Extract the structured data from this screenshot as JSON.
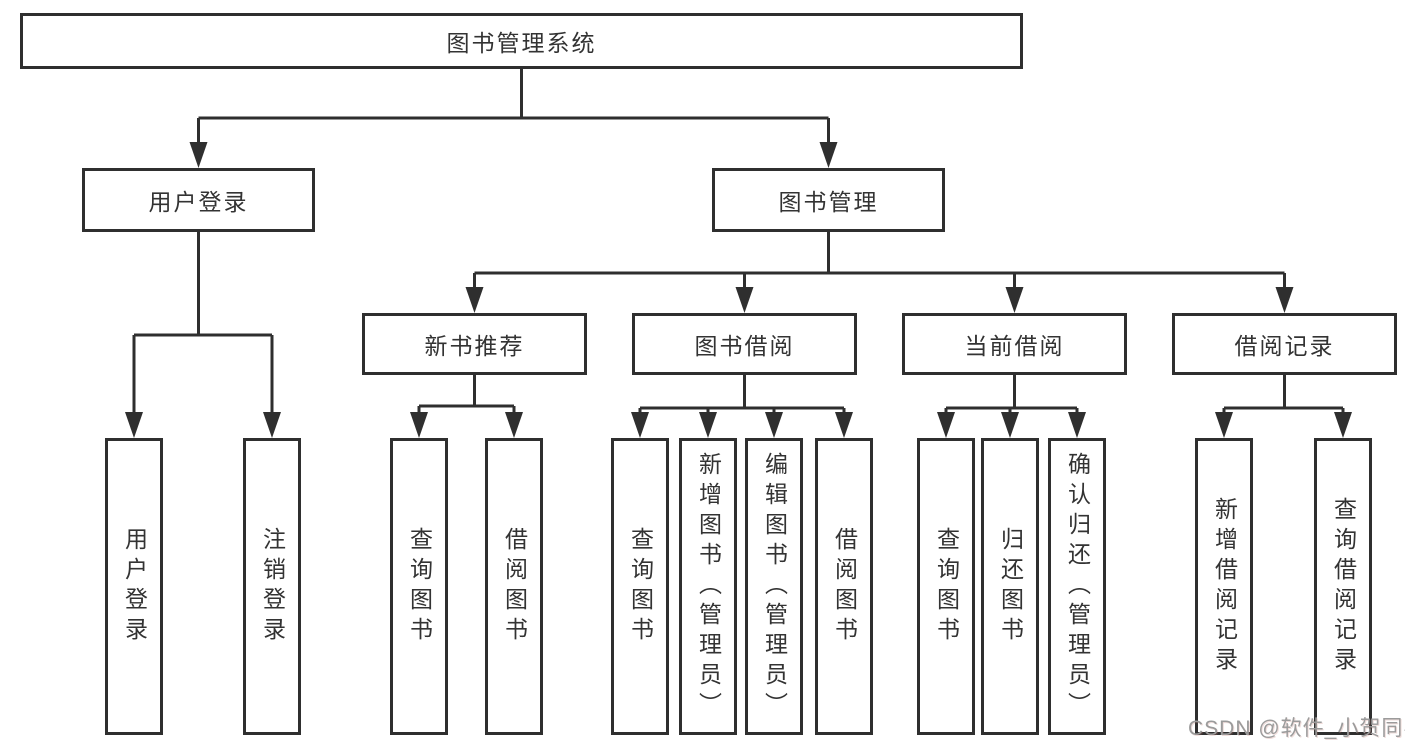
{
  "diagram": {
    "title": "图书管理系统",
    "level1": {
      "user_login": "用户登录",
      "book_management": "图书管理"
    },
    "level2": {
      "new_book_recommend": "新书推荐",
      "book_borrow": "图书借阅",
      "current_borrow": "当前借阅",
      "borrow_records": "借阅记录"
    },
    "leaves": {
      "user_login": "用户登录",
      "logout": "注销登录",
      "nb_query_book": "查询图书",
      "nb_borrow_book": "借阅图书",
      "bb_query_book": "查询图书",
      "bb_add_book_admin": "新增图书（管理员）",
      "bb_edit_book_admin": "编辑图书（管理员）",
      "bb_borrow_book": "借阅图书",
      "cb_query_book": "查询图书",
      "cb_return_book": "归还图书",
      "cb_confirm_return_admin": "确认归还（管理员）",
      "br_add_record": "新增借阅记录",
      "br_query_record": "查询借阅记录"
    }
  },
  "watermark": {
    "text": "CSDN @软件_小贺同学"
  },
  "colors": {
    "line": "#2f2f2f",
    "text": "#333333",
    "watermark": "#9b9b9b",
    "background": "#ffffff"
  }
}
